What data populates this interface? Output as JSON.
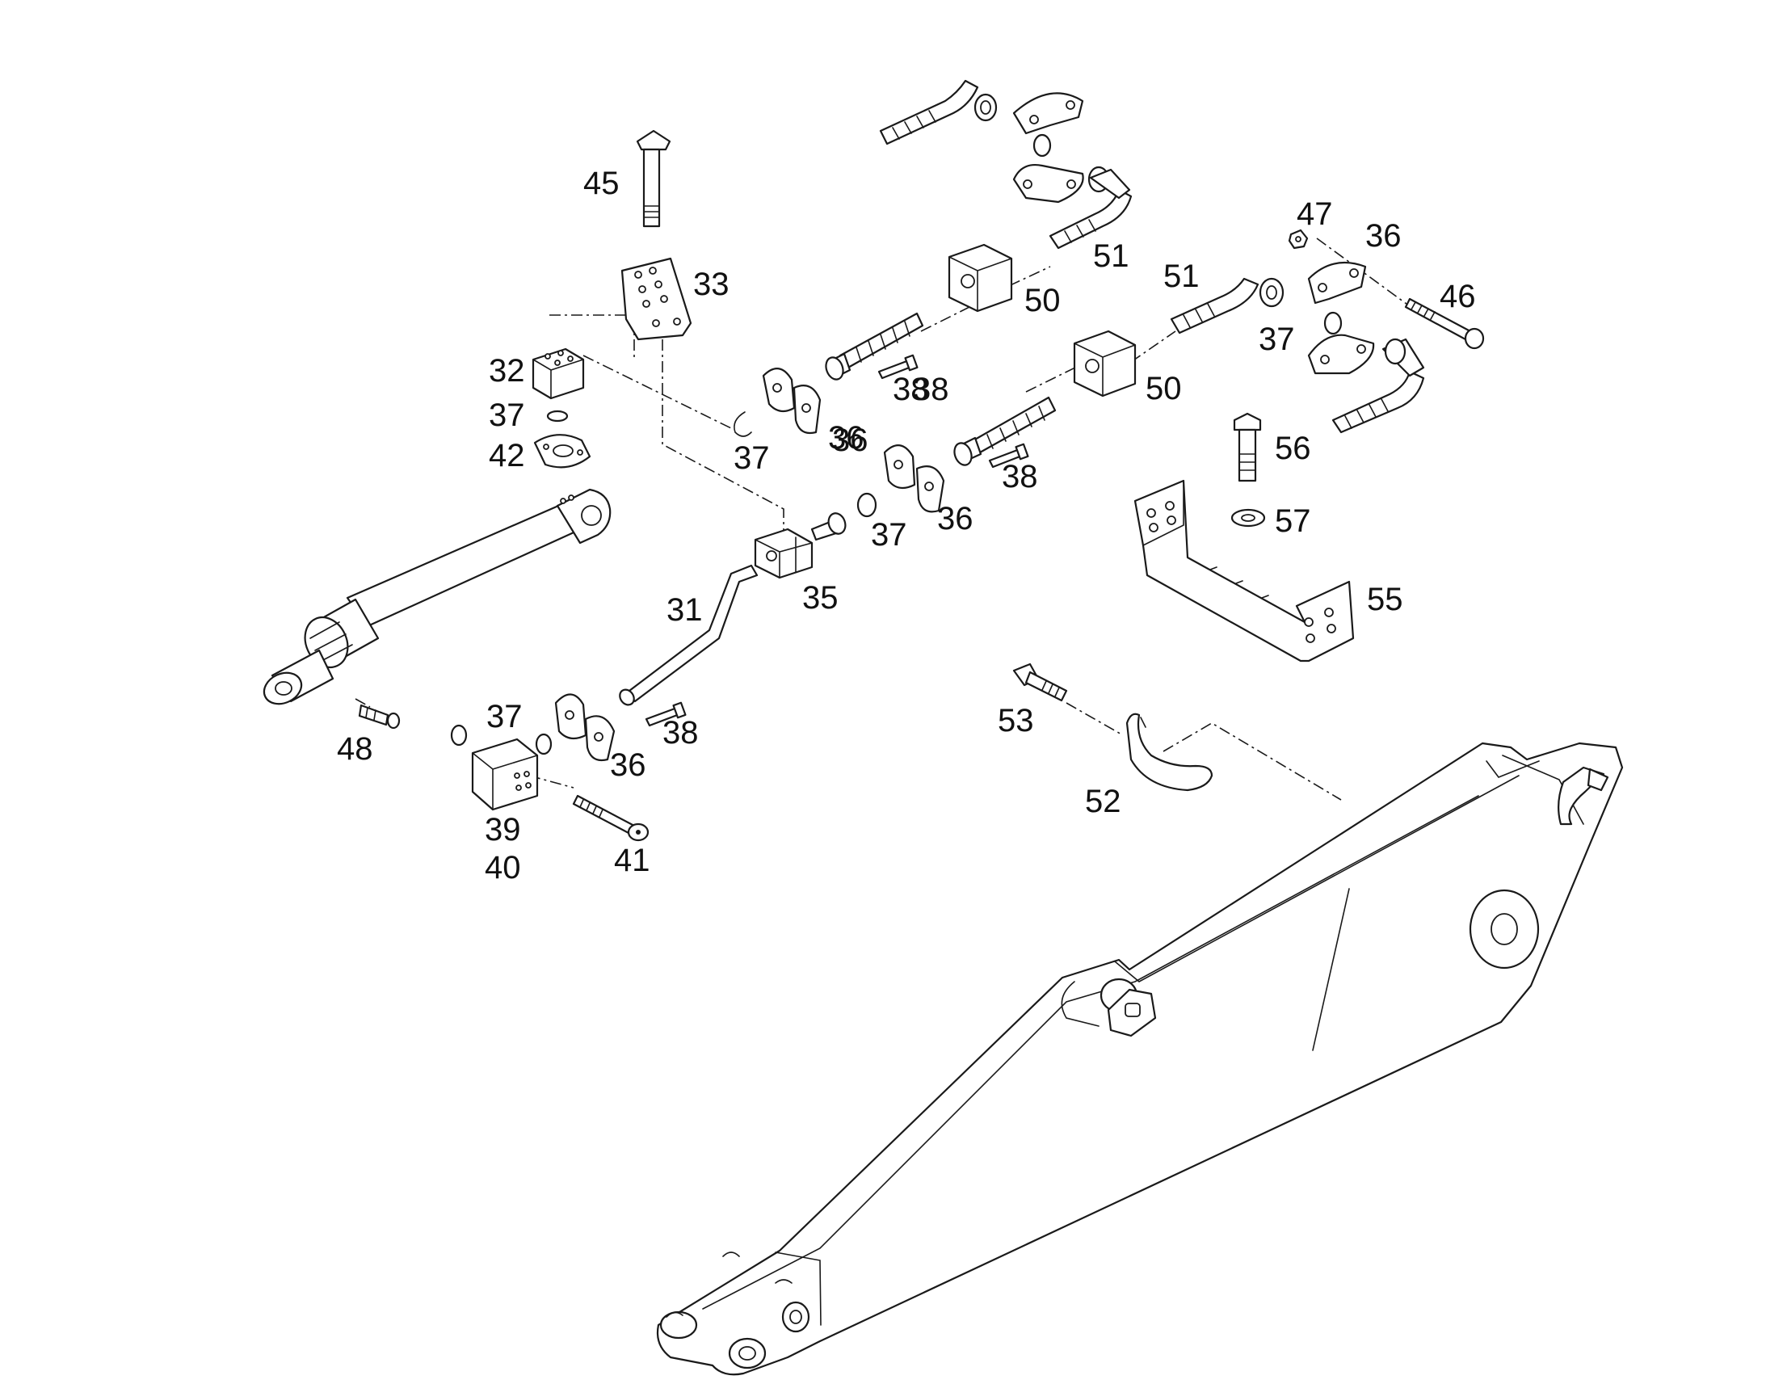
{
  "diagram": {
    "callouts": [
      "31",
      "32",
      "33",
      "35",
      "36",
      "36",
      "36",
      "36",
      "36",
      "37",
      "37",
      "37",
      "37",
      "37",
      "38",
      "38",
      "38",
      "38",
      "39",
      "40",
      "41",
      "42",
      "45",
      "46",
      "47",
      "48",
      "50",
      "50",
      "51",
      "51",
      "52",
      "53",
      "55",
      "56",
      "57"
    ],
    "part_icons": {
      "hydraulic_cylinder": "cylinder-icon",
      "boom": "boom-arm-icon",
      "hose": "hose-icon",
      "flange_clamp": "split-flange-icon",
      "bracket": "bracket-icon",
      "bolt": "bolt-icon"
    },
    "line_color": "#1a1a1a",
    "background": "#ffffff"
  }
}
